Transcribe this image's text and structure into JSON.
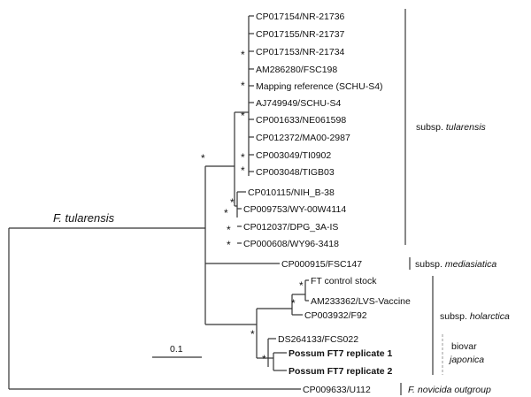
{
  "root_label": "F. tularensis",
  "leaves": [
    "CP017154/NR-21736",
    "CP017155/NR-21737",
    "CP017153/NR-21734",
    "AM286280/FSC198",
    "Mapping reference (SCHU-S4)",
    "AJ749949/SCHU-S4",
    "CP001633/NE061598",
    "CP012372/MA00-2987",
    "CP003049/TI0902",
    "CP003048/TIGB03",
    "CP010115/NIH_B-38",
    "CP009753/WY-00W4114",
    "CP012037/DPG_3A-IS",
    "CP000608/WY96-3418",
    "CP000915/FSC147",
    "FT control stock",
    "AM233362/LVS-Vaccine",
    "CP003932/F92",
    "DS264133/FCS022",
    "Possum FT7 replicate 1",
    "Possum FT7 replicate 2",
    "CP009633/U112"
  ],
  "support_marker": "*",
  "groups": {
    "tularensis": {
      "prefix": "subsp. ",
      "name": "tularensis"
    },
    "mediasiatica": {
      "prefix": "subsp. ",
      "name": "mediasiatica"
    },
    "holarctica": {
      "prefix": "subsp. ",
      "name": "holarctica"
    },
    "biovar": {
      "line1": "biovar",
      "line2": "japonica"
    },
    "outgroup": "F. novicida outgroup"
  },
  "scale_label": "0.1"
}
